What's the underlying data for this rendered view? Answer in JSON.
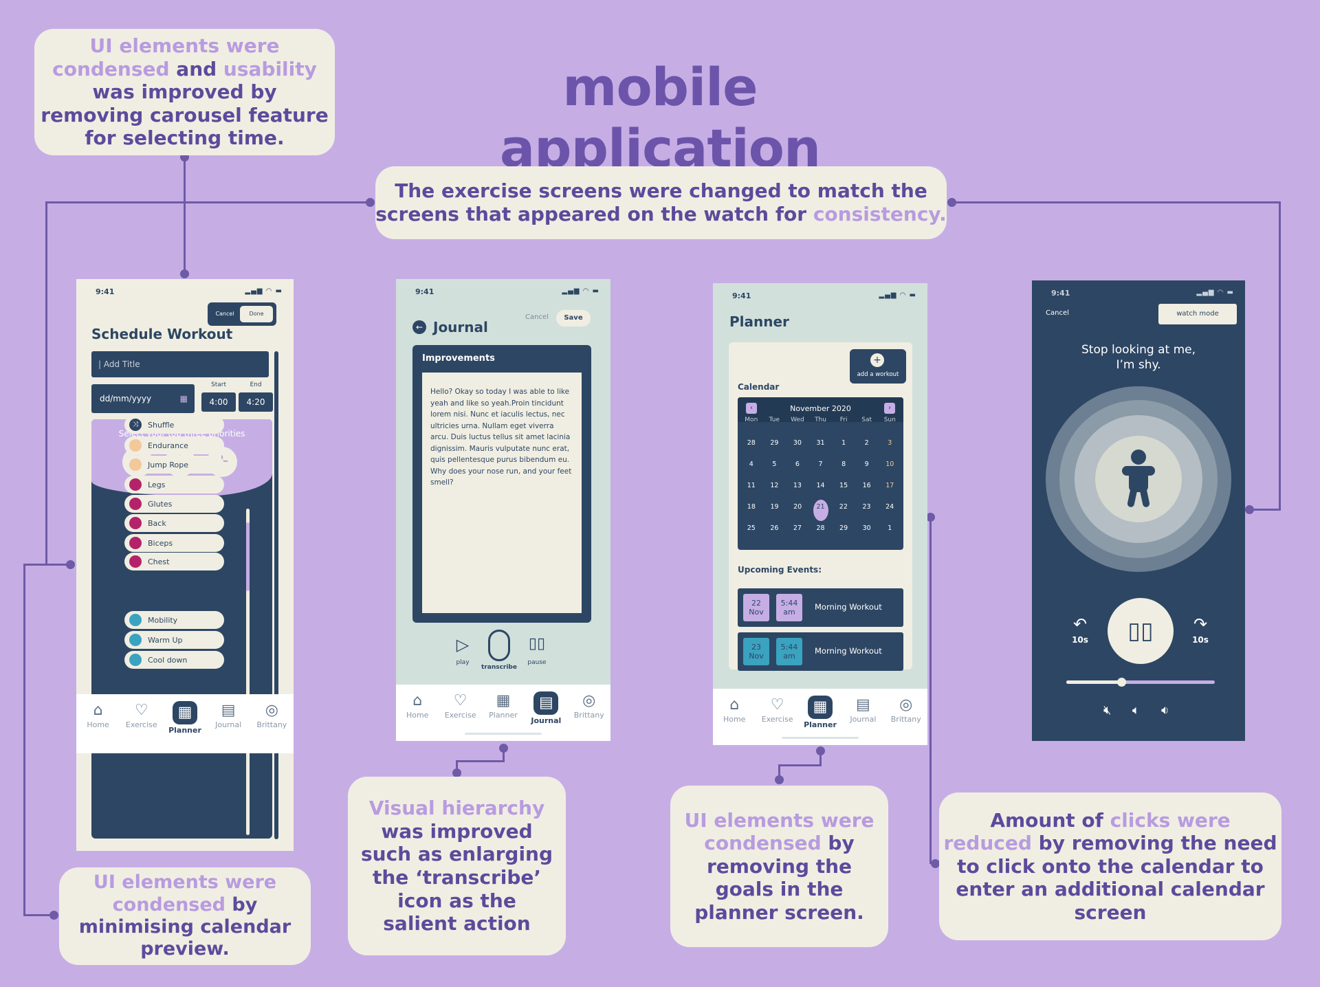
{
  "title": "mobile application",
  "notes": {
    "n1": {
      "a": "UI elements were",
      "b": "condensed",
      "c": " and ",
      "d": "usability",
      "e": "was improved by",
      "f": "removing carousel feature",
      "g": "for selecting time."
    },
    "n2": {
      "a": "The exercise screens were changed to match the",
      "b": "screens that appeared on the watch for ",
      "c": "consistency."
    },
    "n3": {
      "a": "UI elements were",
      "b": "condensed",
      "c": " by",
      "d": "minimising calendar",
      "e": "preview."
    },
    "n4": {
      "a": "Visual hierarchy",
      "b": "was improved",
      "c": "such as enlarging",
      "d": "the ‘transcribe’",
      "e": "icon as the",
      "f": "salient action"
    },
    "n5": {
      "a": "UI elements were",
      "b": "condensed",
      "c": " by",
      "d": "removing the",
      "e": "goals in the",
      "f": "planner screen."
    },
    "n6": {
      "a": "Amount of ",
      "b": "clicks were",
      "c": "reduced",
      "d": " by removing the need",
      "e": "to click onto the calendar to",
      "f": "enter an additional calendar",
      "g": "screen"
    }
  },
  "time": "9:41",
  "nav": [
    "Home",
    "Exercise",
    "Planner",
    "Journal",
    "Brittany"
  ],
  "schedule": {
    "cancel": "Cancel",
    "done": "Done",
    "heading": "Schedule Workout",
    "add_title": "| Add Title",
    "date": "dd/mm/yyyy",
    "start_label": "Start",
    "end_label": "End",
    "start": "4:00",
    "end": "4:20",
    "priorities": "Select your top three priorities",
    "plus": "+",
    "items": [
      {
        "label": "Shuffle",
        "color": "#2d4663"
      },
      {
        "label": "Endurance",
        "color": "#f3c89a"
      },
      {
        "label": "Jump Rope",
        "color": "#f3c89a"
      },
      {
        "label": "Legs",
        "color": "#b4236a"
      },
      {
        "label": "Glutes",
        "color": "#b4236a"
      },
      {
        "label": "Back",
        "color": "#b4236a"
      },
      {
        "label": "Biceps",
        "color": "#b4236a"
      },
      {
        "label": "Chest",
        "color": "#b4236a"
      },
      {
        "label": "Mobility",
        "color": "#3aa3c0"
      },
      {
        "label": "Warm Up",
        "color": "#3aa3c0"
      },
      {
        "label": "Cool down",
        "color": "#3aa3c0"
      }
    ]
  },
  "journal": {
    "heading": "Journal",
    "cancel": "Cancel",
    "save": "Save",
    "card_title": "Improvements",
    "body": "Hello? Okay so today I was able to like yeah and like so yeah.Proin tincidunt lorem nisi. Nunc et iaculis lectus, nec ultricies urna. Nullam eget viverra arcu. Duis luctus tellus sit amet lacinia dignissim. Mauris vulputate nunc erat, quis pellentesque purus bibendum eu. Why does your nose run, and your feet smell?",
    "play": "play",
    "transcribe": "transcribe",
    "pause": "pause"
  },
  "planner": {
    "heading": "Planner",
    "add": "add a workout",
    "calendar": "Calendar",
    "month": "November 2020",
    "days": [
      "Mon",
      "Tue",
      "Wed",
      "Thu",
      "Fri",
      "Sat",
      "Sun"
    ],
    "weeks": [
      [
        "28",
        "29",
        "30",
        "31",
        "1",
        "2",
        "3"
      ],
      [
        "4",
        "5",
        "6",
        "7",
        "8",
        "9",
        "10"
      ],
      [
        "11",
        "12",
        "13",
        "14",
        "15",
        "16",
        "17"
      ],
      [
        "18",
        "19",
        "20",
        "21",
        "22",
        "23",
        "24"
      ],
      [
        "25",
        "26",
        "27",
        "28",
        "29",
        "30",
        "1"
      ]
    ],
    "upcoming": "Upcoming Events:",
    "events": [
      {
        "day": "22",
        "mon": "Nov",
        "time": "5:44",
        "ampm": "am",
        "name": "Morning Workout",
        "color": "#c6aee5"
      },
      {
        "day": "23",
        "mon": "Nov",
        "time": "5:44",
        "ampm": "am",
        "name": "Morning Workout",
        "color": "#3aa3c0"
      }
    ]
  },
  "watch": {
    "cancel": "Cancel",
    "mode": "watch mode",
    "line1": "Stop looking at me,",
    "line2": "I’m shy.",
    "back": "10s",
    "fwd": "10s",
    "progress": 0.37
  }
}
